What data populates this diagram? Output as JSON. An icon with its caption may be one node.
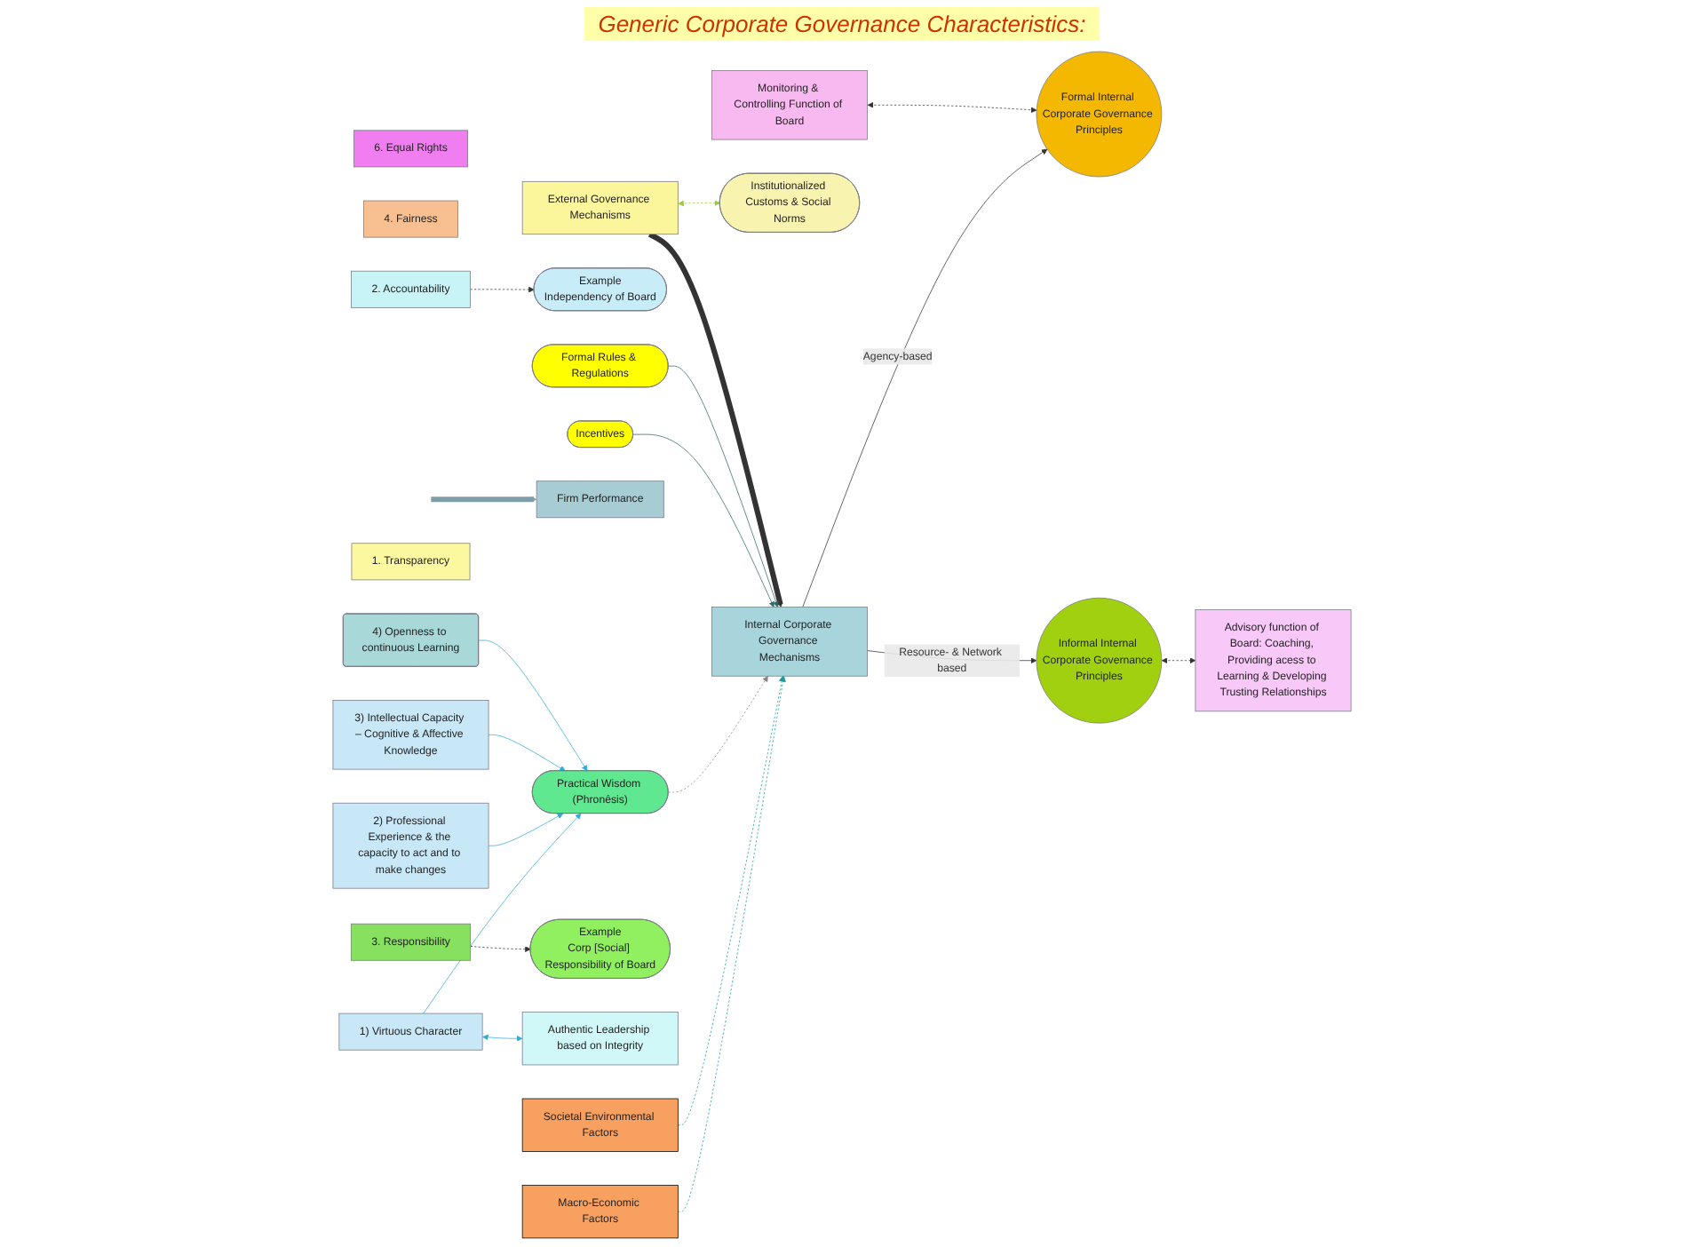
{
  "diagram": {
    "nodes": [
      {
        "text": [
          "External Governance Mechanisms"
        ]
      },
      {
        "text": [
          "Monitoring & Controlling Function of Board"
        ]
      },
      {
        "text": [
          "6. Equal Rights"
        ]
      },
      {
        "text": [
          "4. Fairness"
        ]
      },
      {
        "text": [
          "3. Responsibility"
        ]
      },
      {
        "text": [
          "2. Accountability"
        ]
      },
      {
        "text": [
          "Formal Internal Corporate Governance Principles"
        ]
      },
      {
        "text": [
          "1. Transparency"
        ]
      },
      {
        "text": [
          "Example",
          "Independency of Board"
        ]
      },
      {
        "text": [
          "Institutionalized Customs & Social Norms"
        ]
      },
      {
        "text": [
          "Formal Rules & Regulations"
        ]
      },
      {
        "text": [
          "Internal Corporate Governance Mechanisms"
        ]
      },
      {
        "text": [
          "Incentives"
        ]
      },
      {
        "text": [
          "Firm Performance"
        ]
      },
      {
        "text": [
          "Practical Wisdom (Phronêsis)"
        ]
      },
      {
        "text": [
          "Informal Internal Corporate Governance Principles"
        ]
      },
      {
        "text": [
          "4) Openness to continuous Learning"
        ]
      },
      {
        "text": [
          "3) Intellectual Capacity – Cognitive & Affective Knowledge"
        ]
      },
      {
        "text": [
          "1) Virtuous Character"
        ]
      },
      {
        "text": [
          "Example",
          "Corp [Social] Responsibility of Board"
        ]
      },
      {
        "text": [
          "2) Professional Experience & the capacity to act and to make changes"
        ]
      },
      {
        "text": [
          "Authentic Leadership based on Integrity"
        ]
      },
      {
        "text": [
          "Societal Environmental Factors"
        ]
      },
      {
        "text": [
          "Macro-Economic Factors"
        ]
      },
      {
        "text": [
          "Advisory function of Board: Coaching, Providing acess to Learning & Developing Trusting Relationships"
        ]
      }
    ],
    "edges": [
      {
        "from": 0,
        "to": 11,
        "arrow": "to",
        "style": "thick"
      },
      {
        "from": 0,
        "to": 9,
        "arrow": "both",
        "style": "dashed",
        "color": "#99cc33"
      },
      {
        "from": 10,
        "to": 11,
        "arrow": "to",
        "color": "#336666"
      },
      {
        "from": 12,
        "to": 11,
        "arrow": "to",
        "color": "#336666"
      },
      {
        "from": 14,
        "to": 11,
        "arrow": "to",
        "style": "dashed",
        "color": "#888888"
      },
      {
        "from": 1,
        "to": 6,
        "arrow": "both",
        "style": "dashed"
      },
      {
        "from": 11,
        "to": 6,
        "arrow": "to",
        "label": "Agency-based"
      },
      {
        "from": 11,
        "to": 15,
        "arrow": "to",
        "label": "Resource- & Network based"
      },
      {
        "from": 5,
        "to": 8,
        "arrow": "to",
        "style": "dashed"
      },
      {
        "from": null,
        "to": 13,
        "arrow": "to",
        "style": "thick",
        "color": "#7f9fa8"
      },
      {
        "from": 4,
        "to": 19,
        "arrow": "to",
        "style": "dashed"
      },
      {
        "from": 16,
        "to": 14,
        "arrow": "to",
        "color": "#33aadd"
      },
      {
        "from": 17,
        "to": 14,
        "arrow": "to",
        "color": "#33aadd"
      },
      {
        "from": 20,
        "to": 14,
        "arrow": "to",
        "color": "#33aadd"
      },
      {
        "from": 18,
        "to": 14,
        "arrow": "to",
        "color": "#33aadd"
      },
      {
        "from": 18,
        "to": 21,
        "arrow": "both",
        "color": "#33aadd"
      },
      {
        "from": 22,
        "to": 11,
        "arrow": "to",
        "style": "dashed",
        "color": "#1a9a9a"
      },
      {
        "from": 23,
        "to": 11,
        "arrow": "to",
        "style": "dashed",
        "color": "#1a9a9a"
      },
      {
        "from": 15,
        "to": 24,
        "arrow": "both",
        "style": "dashed"
      }
    ],
    "labels": [
      "Generic Corporate Governance Characteristics:"
    ]
  }
}
